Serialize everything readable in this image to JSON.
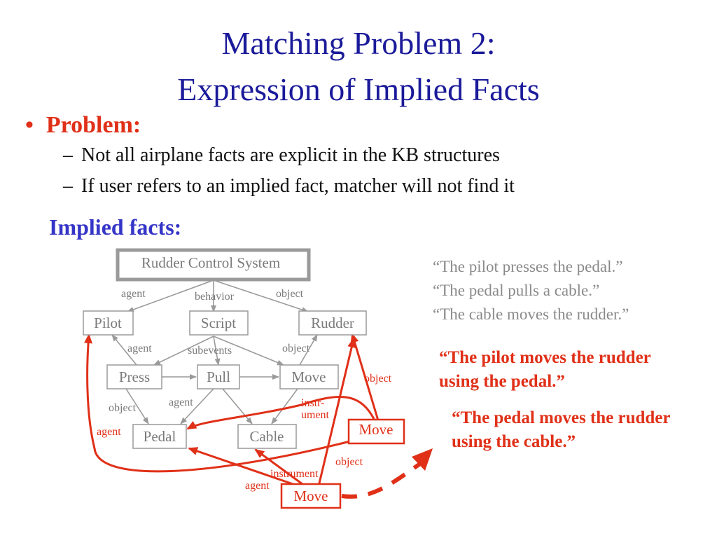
{
  "title": {
    "line1": "Matching Problem 2:",
    "line2": "Expression of Implied Facts"
  },
  "bullet": {
    "marker": "•",
    "heading": "Problem:",
    "items": [
      "Not all airplane facts are explicit in the KB structures",
      "If user refers to an implied fact, matcher will not find it"
    ],
    "dash": "–"
  },
  "implied_heading": "Implied facts:",
  "quotes_gray": [
    "“The pilot presses the pedal.”",
    "“The pedal pulls a cable.”",
    "“The cable moves the rudder.”"
  ],
  "quotes_red": [
    [
      "“The pilot moves the rudder",
      "using the pedal.”"
    ],
    [
      "“The pedal moves the rudder",
      "using the cable.”"
    ]
  ],
  "diagram": {
    "nodes": {
      "root": "Rudder Control System",
      "pilot": "Pilot",
      "script": "Script",
      "rudder": "Rudder",
      "press": "Press",
      "pull": "Pull",
      "move": "Move",
      "pedal": "Pedal",
      "cable": "Cable",
      "move_red_1": "Move",
      "move_red_2": "Move"
    },
    "labels": {
      "agent_top": "agent",
      "behavior": "behavior",
      "object_top": "object",
      "agent_mid": "agent",
      "subevents": "subevents",
      "object_mid": "object",
      "object_left": "object",
      "agent_low": "agent",
      "instr_1": "instr-",
      "instr_2": "ument",
      "object_red_1": "object",
      "agent_red_1": "agent",
      "object_red_2": "object",
      "instrument_red": "instrument",
      "agent_red_2": "agent"
    },
    "colors": {
      "gray": "#9a9a9a",
      "red": "#e03018",
      "title_blue": "#1a1a9a",
      "heading_blue": "#3535c8"
    }
  }
}
